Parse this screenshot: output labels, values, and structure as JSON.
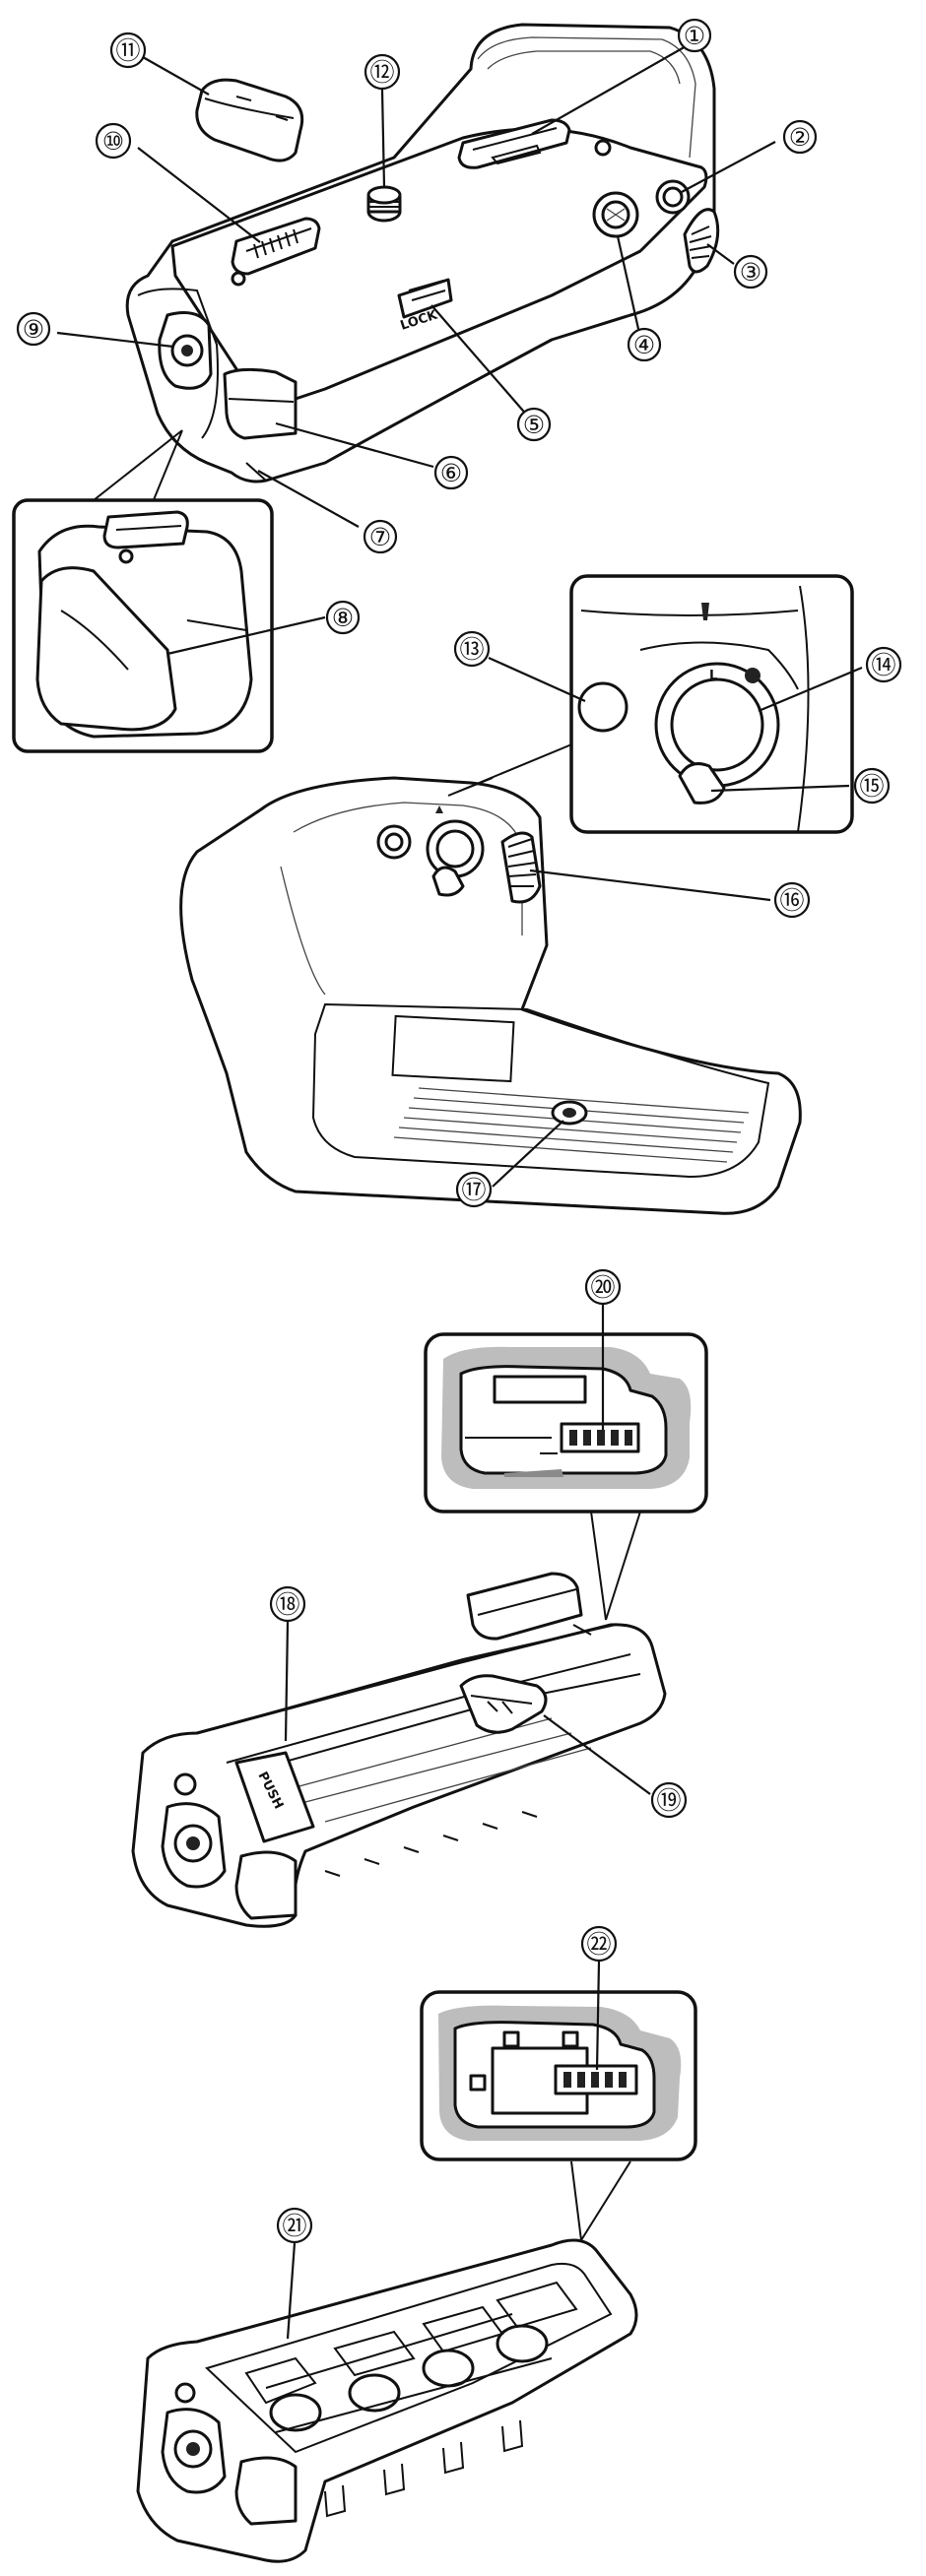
{
  "figure": {
    "callouts": [
      {
        "id": "c1",
        "label": "①"
      },
      {
        "id": "c2",
        "label": "②"
      },
      {
        "id": "c3",
        "label": "③"
      },
      {
        "id": "c4",
        "label": "④"
      },
      {
        "id": "c5",
        "label": "⑤"
      },
      {
        "id": "c6",
        "label": "⑥"
      },
      {
        "id": "c7",
        "label": "⑦"
      },
      {
        "id": "c8",
        "label": "⑧"
      },
      {
        "id": "c9",
        "label": "⑨"
      },
      {
        "id": "c10",
        "label": "⑩"
      },
      {
        "id": "c11",
        "label": "⑪"
      },
      {
        "id": "c12",
        "label": "⑫"
      },
      {
        "id": "c13",
        "label": "⑬"
      },
      {
        "id": "c14",
        "label": "⑭"
      },
      {
        "id": "c15",
        "label": "⑮"
      },
      {
        "id": "c16",
        "label": "⑯"
      },
      {
        "id": "c17",
        "label": "⑰"
      },
      {
        "id": "c18",
        "label": "⑱"
      },
      {
        "id": "c19",
        "label": "⑲"
      },
      {
        "id": "c20",
        "label": "⑳"
      },
      {
        "id": "c21",
        "label": "㉑"
      },
      {
        "id": "c22",
        "label": "㉒"
      }
    ],
    "device_text": {
      "lock_label": "LOCK",
      "push_label": "PUSH",
      "dial_mark": "L"
    }
  }
}
